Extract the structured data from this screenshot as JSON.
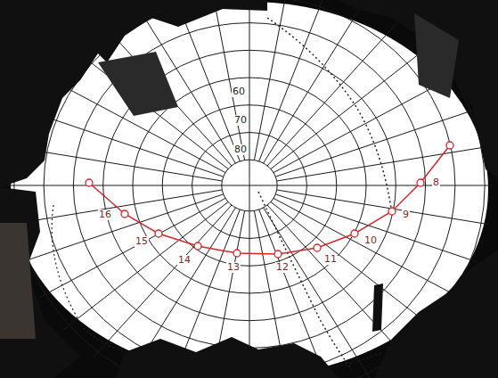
{
  "diagram": {
    "labels": [
      "60",
      "70",
      "80",
      "8",
      "9",
      "10",
      "11",
      "12",
      "13",
      "14",
      "15",
      "16"
    ]
  }
}
